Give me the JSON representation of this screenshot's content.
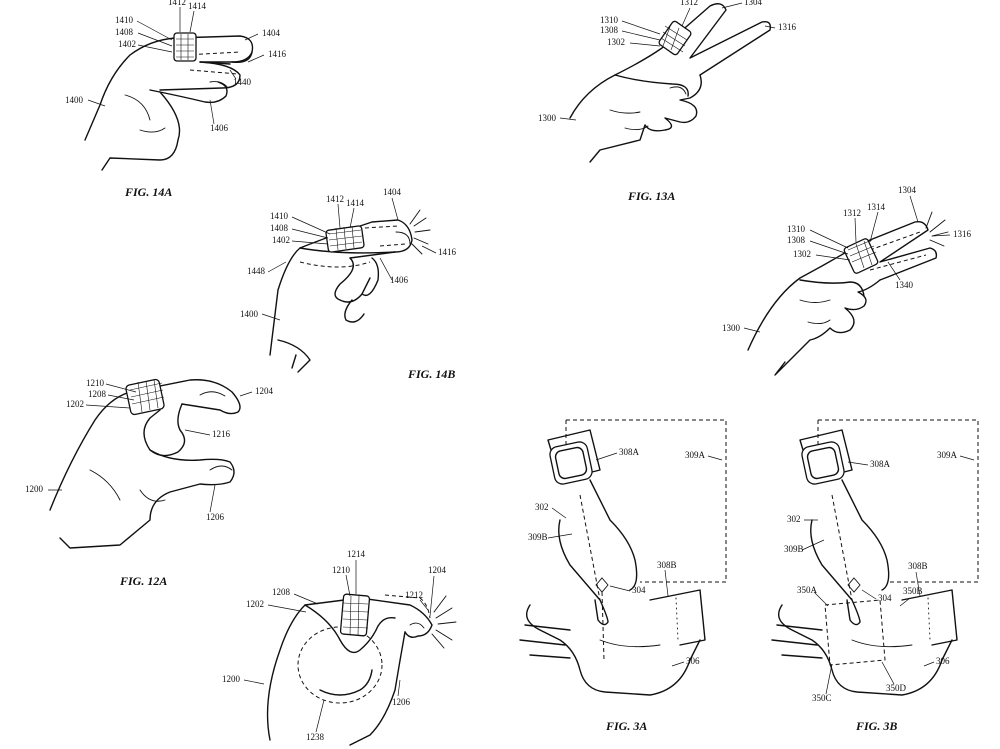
{
  "figures": {
    "fig14a": {
      "caption": "FIG. 14A",
      "labels": [
        "1410",
        "1412",
        "1414",
        "1408",
        "1402",
        "1404",
        "1416",
        "1440",
        "1400",
        "1406"
      ]
    },
    "fig13a": {
      "caption": "FIG. 13A",
      "labels": [
        "1312",
        "1304",
        "1310",
        "1308",
        "1302",
        "1316",
        "1300"
      ]
    },
    "fig14b": {
      "caption": "FIG. 14B",
      "labels": [
        "1410",
        "1412",
        "1414",
        "1404",
        "1408",
        "1402",
        "1416",
        "1448",
        "1406",
        "1400"
      ]
    },
    "fig13b": {
      "labels": [
        "1304",
        "1312",
        "1314",
        "1310",
        "1308",
        "1302",
        "1316",
        "1340",
        "1300"
      ]
    },
    "fig12a": {
      "caption": "FIG. 12A",
      "labels": [
        "1210",
        "1208",
        "1202",
        "1204",
        "1216",
        "1200",
        "1206"
      ]
    },
    "fig12b": {
      "labels": [
        "1214",
        "1210",
        "1204",
        "1208",
        "1212",
        "1202",
        "1200",
        "1206",
        "1238"
      ]
    },
    "fig3a": {
      "caption": "FIG. 3A",
      "labels": [
        "308A",
        "309A",
        "302",
        "309B",
        "308B",
        "304",
        "306"
      ]
    },
    "fig3b": {
      "caption": "FIG. 3B",
      "labels": [
        "308A",
        "309A",
        "302",
        "309B",
        "308B",
        "350A",
        "304",
        "350B",
        "306",
        "350C",
        "350D"
      ]
    }
  }
}
